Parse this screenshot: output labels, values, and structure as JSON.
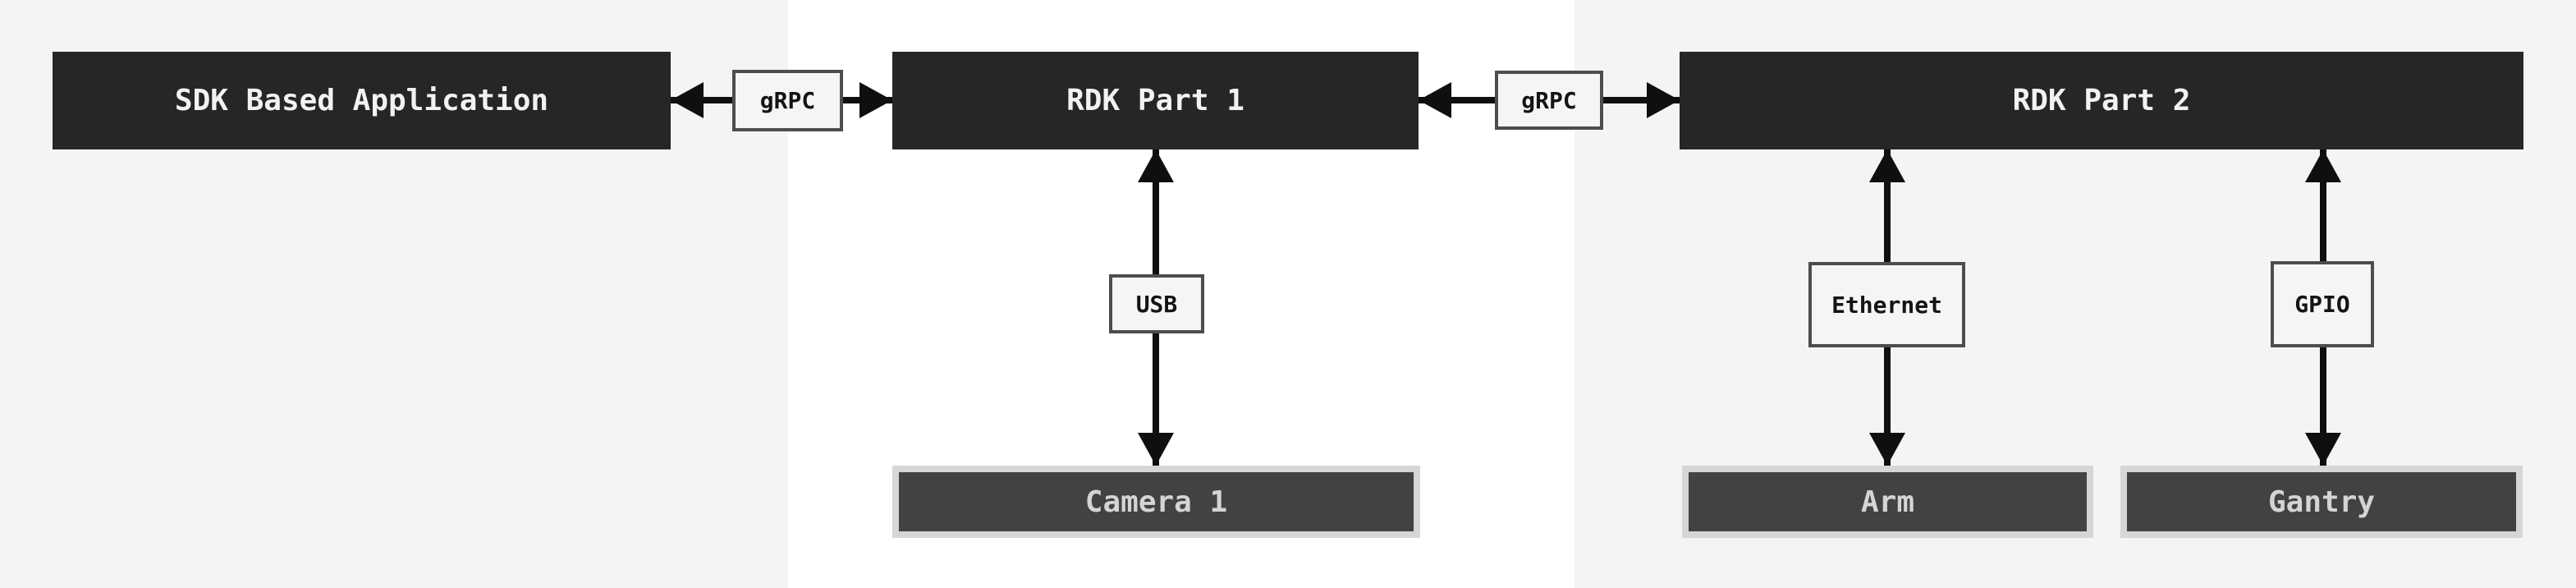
{
  "nodes": {
    "sdk_app": "SDK Based Application",
    "rdk_part_1": "RDK Part 1",
    "rdk_part_2": "RDK Part 2",
    "camera_1": "Camera 1",
    "arm": "Arm",
    "gantry": "Gantry"
  },
  "edge_labels": {
    "grpc_1": "gRPC",
    "grpc_2": "gRPC",
    "usb": "USB",
    "ethernet": "Ethernet",
    "gpio": "GPIO"
  },
  "edges": [
    {
      "from": "SDK Based Application",
      "to": "RDK Part 1",
      "label": "gRPC",
      "direction": "bidirectional"
    },
    {
      "from": "RDK Part 1",
      "to": "RDK Part 2",
      "label": "gRPC",
      "direction": "bidirectional"
    },
    {
      "from": "RDK Part 1",
      "to": "Camera 1",
      "label": "USB",
      "direction": "bidirectional"
    },
    {
      "from": "RDK Part 2",
      "to": "Arm",
      "label": "Ethernet",
      "direction": "bidirectional"
    },
    {
      "from": "RDK Part 2",
      "to": "Gantry",
      "label": "GPIO",
      "direction": "bidirectional"
    }
  ],
  "colors": {
    "bg_gray": "#f4f4f4",
    "bg_white": "#ffffff",
    "process_box": "#262626",
    "process_text": "#f2f2f2",
    "device_fill": "#424242",
    "device_frame": "#d6d6d6",
    "device_text": "#d4d4d4",
    "label_fill": "#f5f5f5",
    "label_border": "#4d4d4d",
    "label_text": "#141414",
    "arrow": "#0f0f0f"
  }
}
